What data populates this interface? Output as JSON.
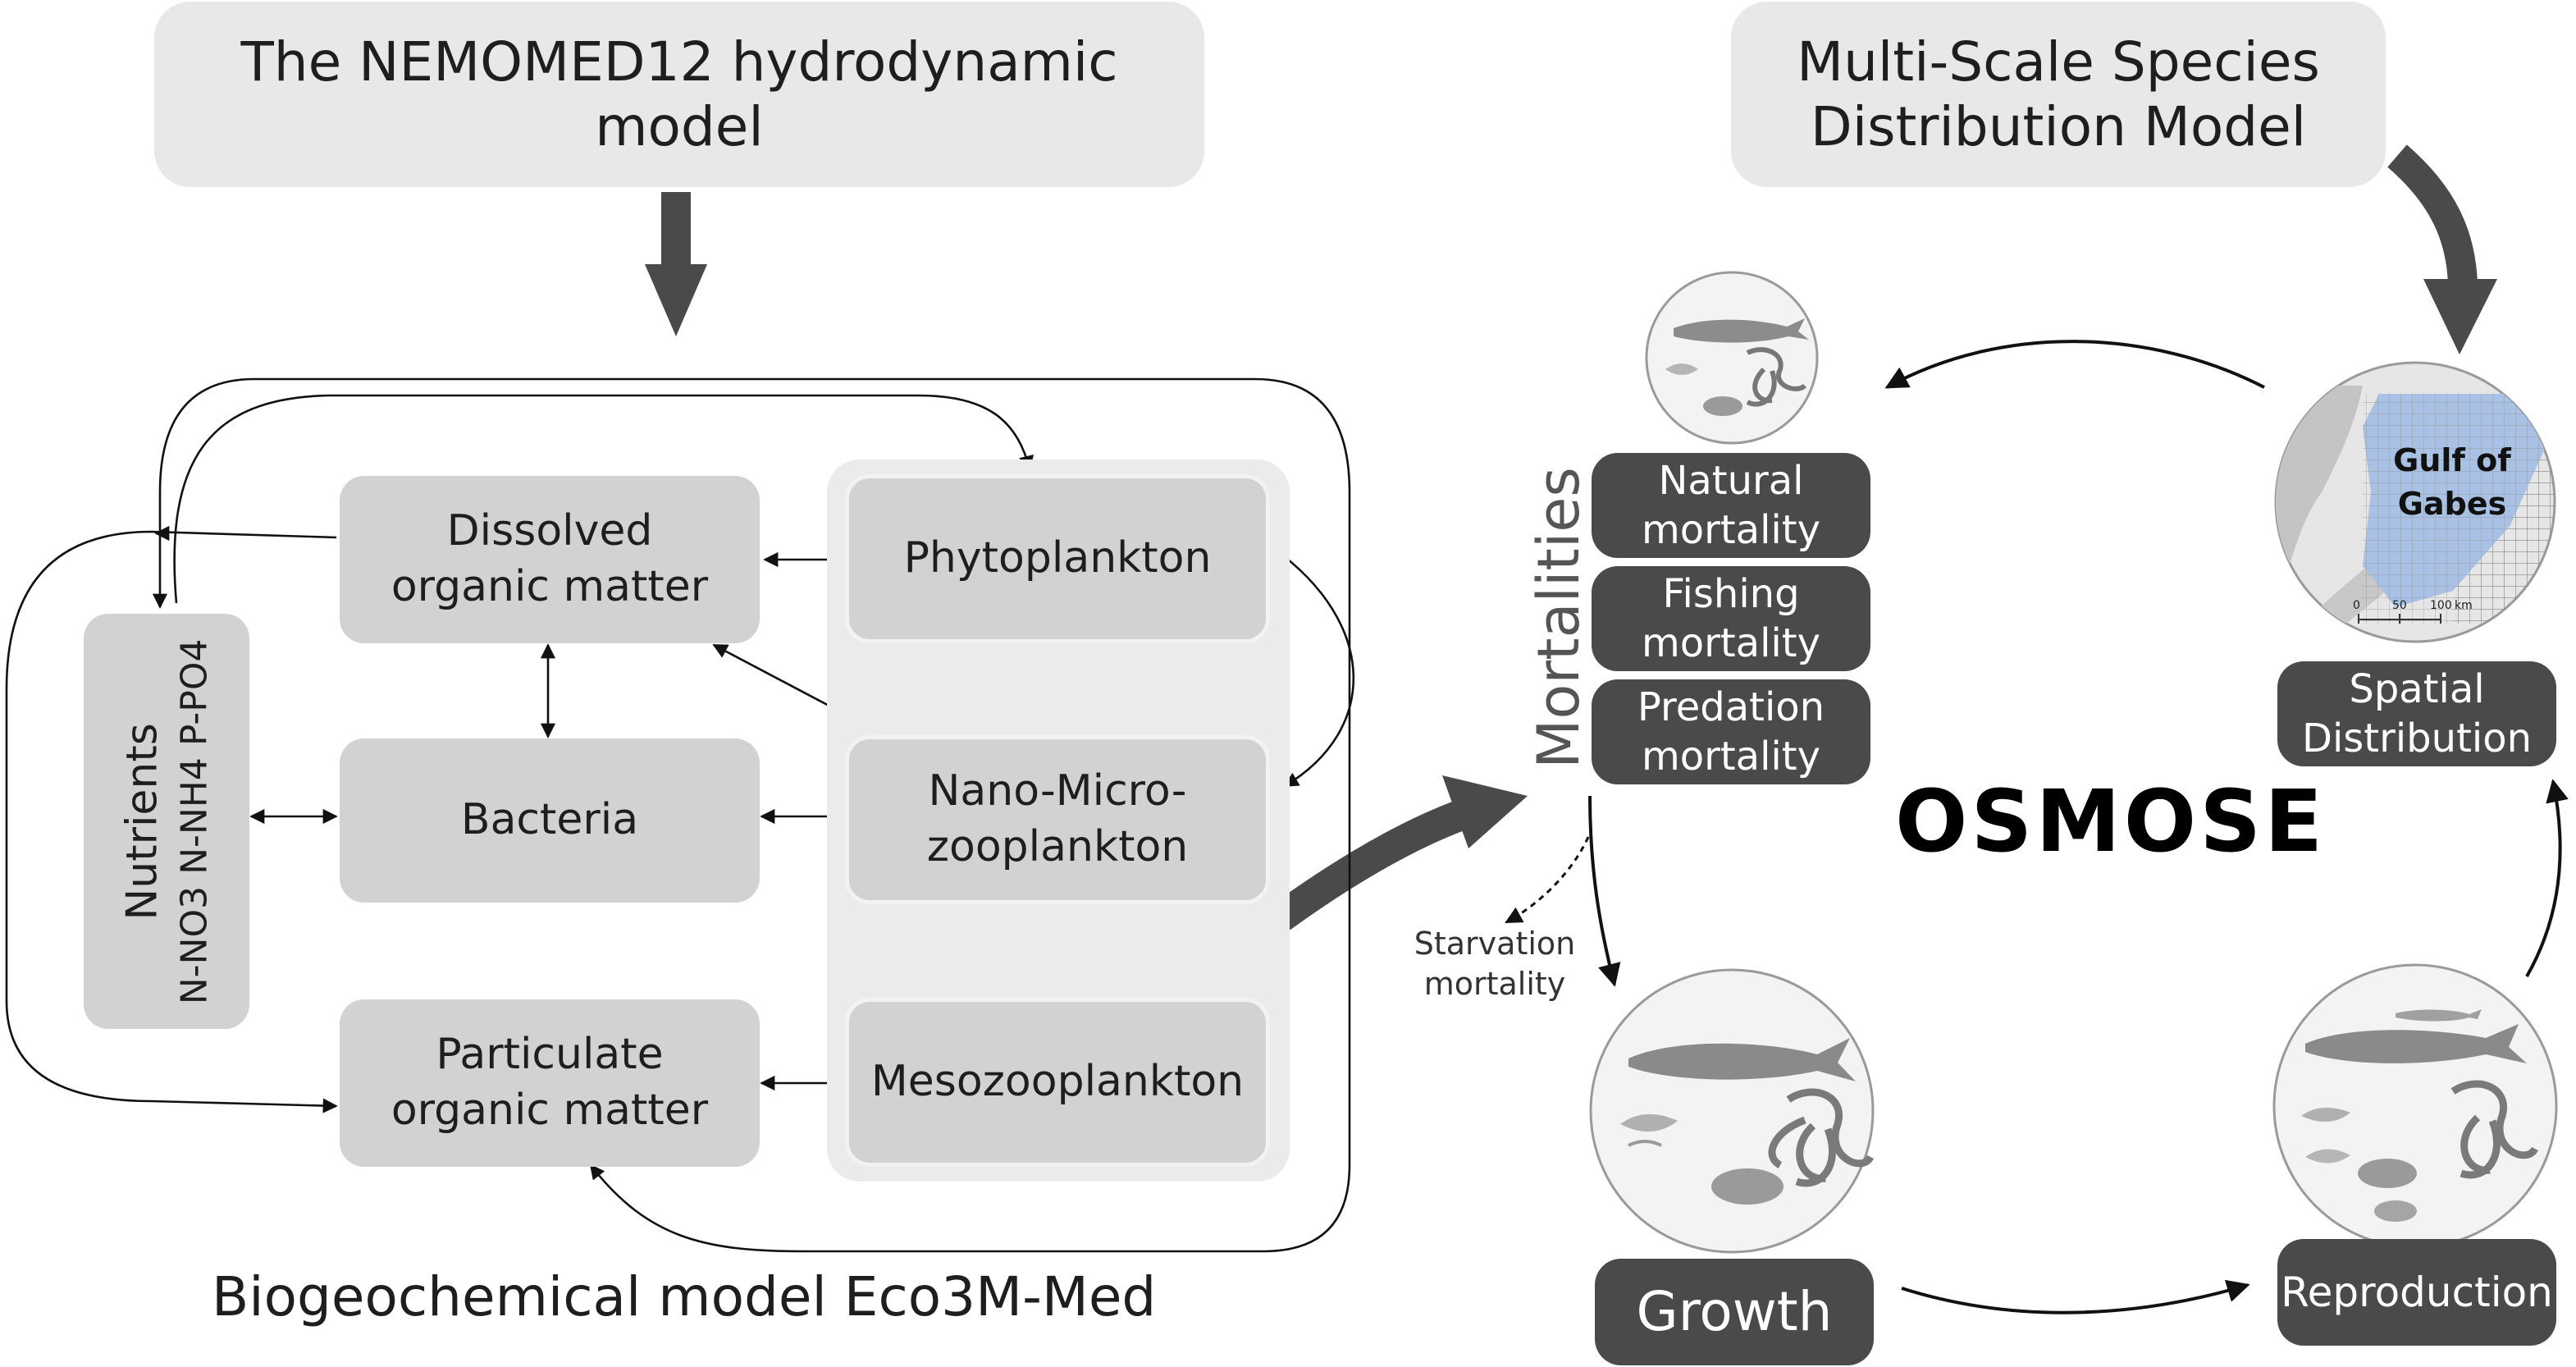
{
  "top_left_header": "The NEMOMED12 hydrodynamic model",
  "top_right_header": "Multi-Scale Species Distribution Model",
  "biogeochem": {
    "nutrients_title": "Nutrients",
    "nutrients_species": "N-NO3 N-NH4 P-PO4",
    "dissolved": "Dissolved organic matter",
    "bacteria": "Bacteria",
    "particulate": "Particulate organic matter",
    "phytoplankton": "Phytoplankton",
    "nanomicro": "Nano-Micro-zooplankton",
    "mesozoo": "Mesozooplankton",
    "caption": "Biogeochemical model Eco3M-Med"
  },
  "osmose": {
    "title": "OSMOSE",
    "mortalities_label": "Mortalities",
    "natural": "Natural mortality",
    "fishing": "Fishing mortality",
    "predation": "Predation mortality",
    "starvation": "Starvation mortality",
    "growth": "Growth",
    "reproduction": "Reproduction",
    "spatial": "Spatial Distribution",
    "map_label": "Gulf of Gabes",
    "map_scale_0": "0",
    "map_scale_50": "50",
    "map_scale_100": "100",
    "map_scale_unit": "km"
  },
  "colors": {
    "light_box": "#d2d2d2",
    "dark_box": "#4a4a4a",
    "header_box": "#e8e8e8",
    "arrow_dark": "#4a4a4a",
    "map_blue": "#a9c1e4"
  }
}
